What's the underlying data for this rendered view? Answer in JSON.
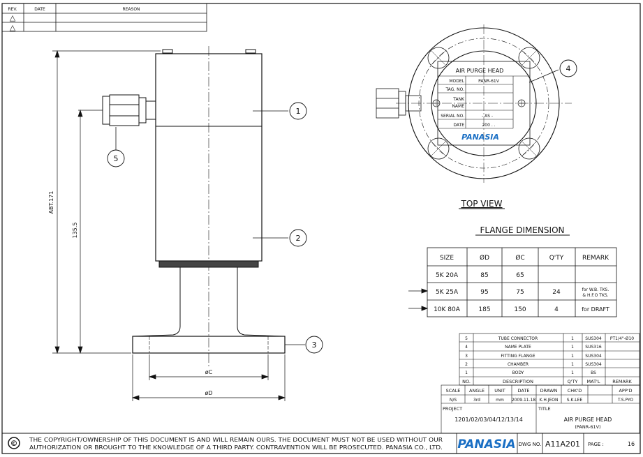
{
  "revision_table": {
    "headers": [
      "REV.",
      "DATE",
      "REASON"
    ],
    "rows": [
      [
        "△",
        "",
        ""
      ],
      [
        "△",
        "",
        ""
      ]
    ]
  },
  "dimensions": {
    "height_overall": "ABT.171",
    "height_connector": "135.5",
    "dia_c": "øC",
    "dia_d": "øD"
  },
  "balloons": [
    "1",
    "2",
    "3",
    "4",
    "5"
  ],
  "top_view": {
    "label": "TOP VIEW",
    "plate_title": "AIR PURGE HEAD",
    "fields": [
      {
        "label": "MODEL",
        "value": "PANR-61V"
      },
      {
        "label": "TAG. NO.",
        "value": ""
      },
      {
        "label": "TANK",
        "label2": "NAME",
        "value": ""
      },
      {
        "label": "SERIAL NO.",
        "value": "- AS -"
      },
      {
        "label": "DATE",
        "value": "200  .  ."
      }
    ],
    "plate_logo": "PANASIA"
  },
  "flange_dimension": {
    "title": "FLANGE DIMENSION",
    "headers": [
      "SIZE",
      "ØD",
      "ØC",
      "Q'TY",
      "REMARK"
    ],
    "rows": [
      [
        "5K 20A",
        "85",
        "65",
        "",
        ""
      ],
      [
        "5K 25A",
        "95",
        "75",
        "24",
        "for W.B. TKS. & H.F.O TKS."
      ],
      [
        "10K 80A",
        "185",
        "150",
        "4",
        "for DRAFT"
      ]
    ]
  },
  "parts_list": {
    "rows": [
      [
        "5",
        "TUBE CONNECTOR",
        "1",
        "SUS304",
        "PT1/4\"-Ø10"
      ],
      [
        "4",
        "NAME PLATE",
        "1",
        "SUS316",
        ""
      ],
      [
        "3",
        "FITTING FLANGE",
        "1",
        "SUS304",
        ""
      ],
      [
        "2",
        "CHAMBER",
        "1",
        "SUS304",
        ""
      ],
      [
        "1",
        "BODY",
        "1",
        "BS",
        ""
      ]
    ],
    "headers": [
      "NO.",
      "DESCRIPTION",
      "Q'TY",
      "MAT'L",
      "REMARK"
    ]
  },
  "title_block": {
    "info_headers": [
      "SCALE",
      "ANGLE",
      "UNIT",
      "DATE",
      "DRAWN",
      "CHK'D",
      "APP'D"
    ],
    "info_values": [
      "N/S",
      "3rd",
      "mm",
      "2009.11.18",
      "K.H.JEON",
      "S.K.LEE",
      "T.S.PYO"
    ],
    "project_label": "PROJECT",
    "project_value": "1201/02/03/04/12/13/14",
    "title_label": "TITLE",
    "title_value": "AIR PURGE HEAD",
    "title_sub": "(PANR-61V)",
    "logo": "PANASIA",
    "dwg_no_label": "DWG NO.",
    "dwg_no": "A11A201",
    "page_label": "PAGE :",
    "page": "16"
  },
  "copyright": {
    "symbol": "©",
    "line1": "THE COPYRIGHT/OWNERSHIP OF THIS DOCUMENT IS AND WILL REMAIN OURS. THE DOCUMENT MUST NOT BE USED WITHOUT OUR",
    "line2": "AUTHORIZATION OR BROUGHT TO THE KNOWLEDGE OF A THIRD PARTY. CONTRAVENTION WILL BE PROSECUTED. PANASIA CO., LTD."
  }
}
